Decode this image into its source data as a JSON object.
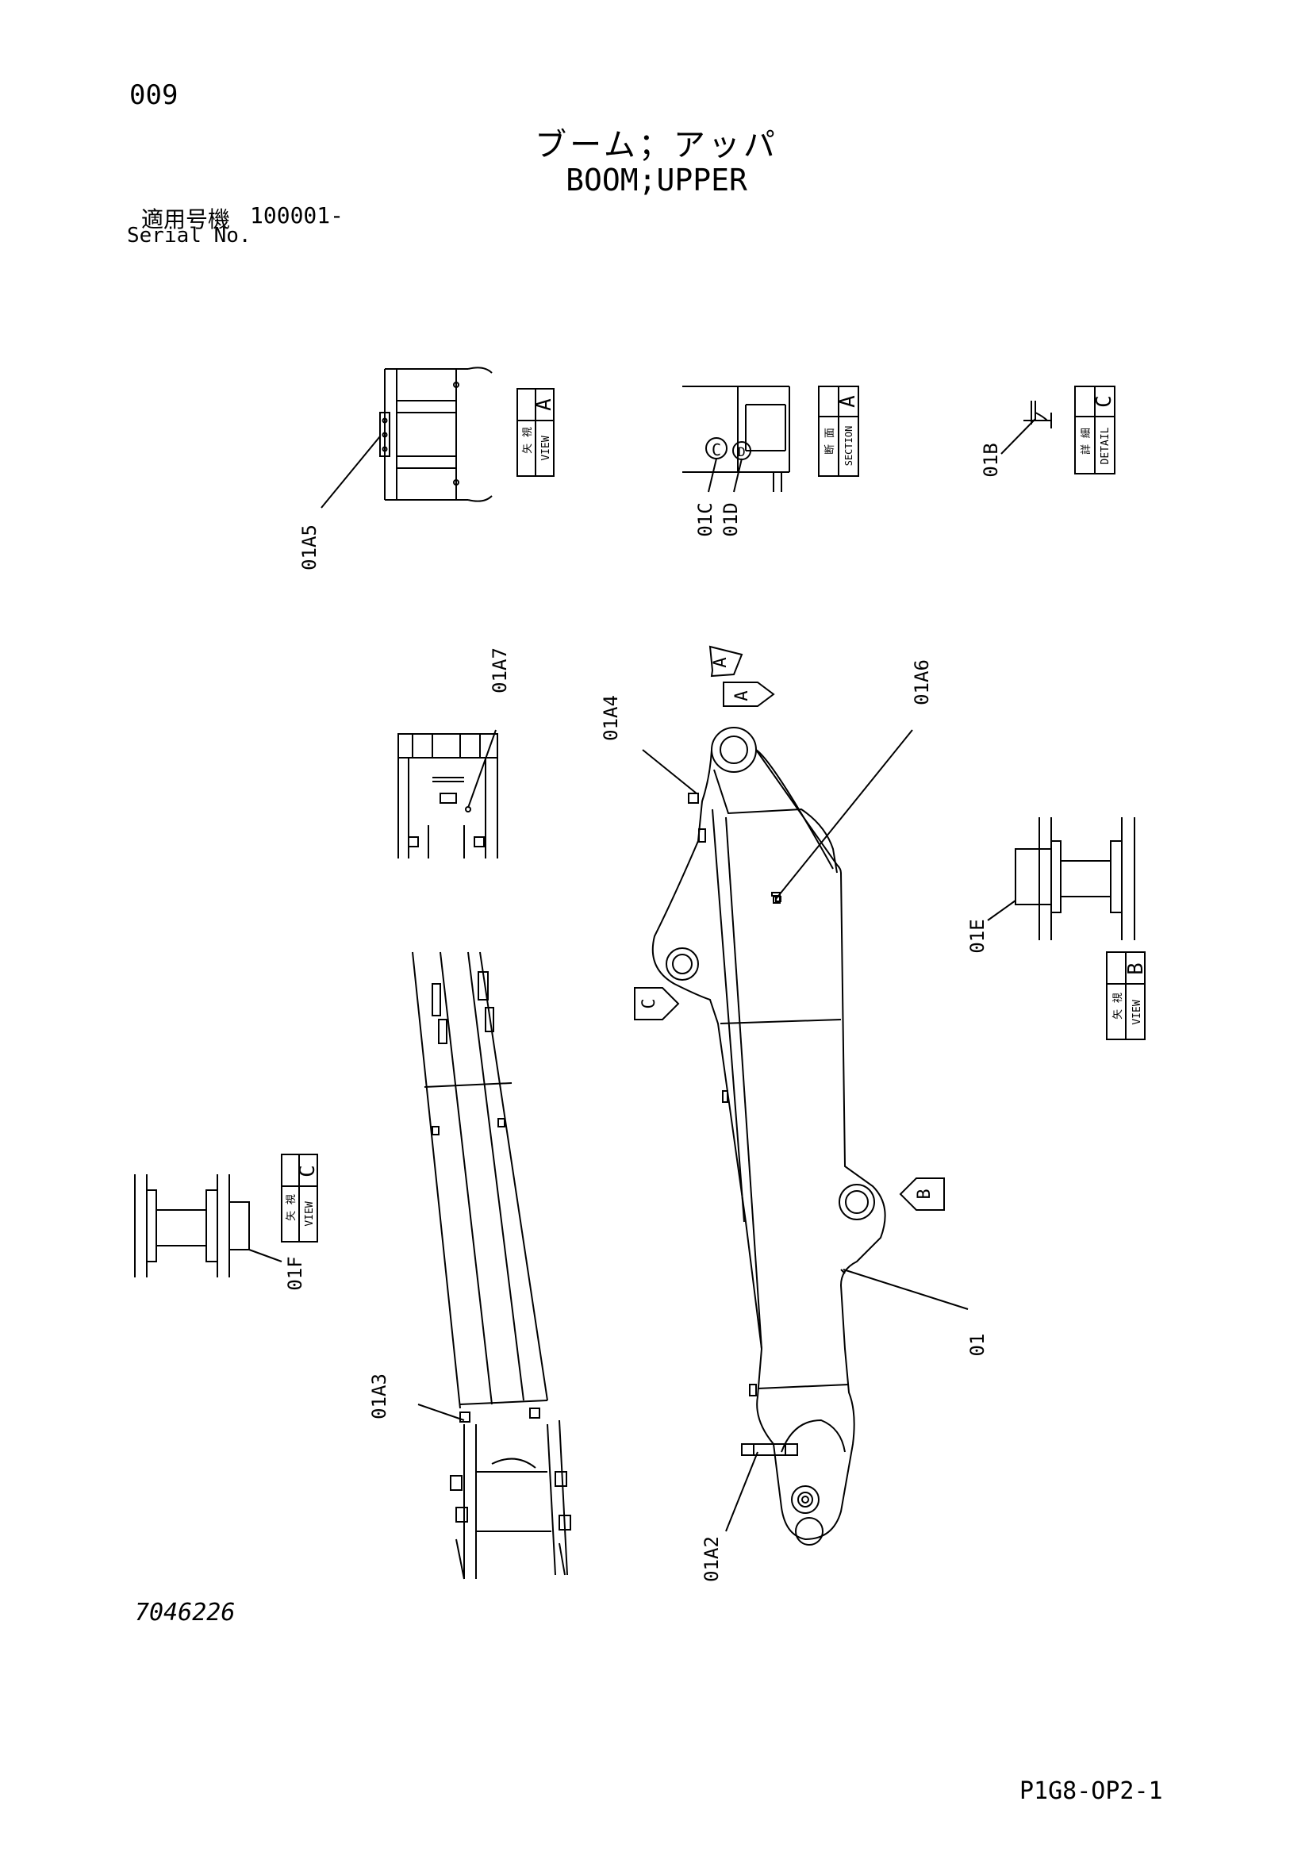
{
  "page_number": "009",
  "title_jp": "ブーム；アッパ",
  "title_en": "BOOM;UPPER",
  "serial": {
    "label_jp": "適用号機",
    "value": "100001-",
    "label_en": "Serial No."
  },
  "drawing_number": "7046226",
  "sheet_code": "P1G8-OP2-1",
  "part_callouts": {
    "p01": "01",
    "p01A2": "01A2",
    "p01A3": "01A3",
    "p01A4": "01A4",
    "p01A5": "01A5",
    "p01A6": "01A6",
    "p01A7": "01A7",
    "p01B": "01B",
    "p01C": "01C",
    "p01D": "01D",
    "p01E": "01E",
    "p01F": "01F"
  },
  "view_labels": {
    "view_a": {
      "jp": "矢 視",
      "en": "VIEW",
      "letter": "A"
    },
    "section_a": {
      "jp": "断 面",
      "en": "SECTION",
      "letter": "A"
    },
    "detail_c": {
      "jp": "詳 細",
      "en": "DETAIL",
      "letter": "C"
    },
    "view_b": {
      "jp": "矢 視",
      "en": "VIEW",
      "letter": "B"
    },
    "view_c": {
      "jp": "矢 視",
      "en": "VIEW",
      "letter": "C"
    }
  },
  "inline_marks": {
    "c_circle": "C",
    "d_circle": "D"
  },
  "arrow_markers": {
    "a1": "A",
    "a2": "A",
    "b": "B",
    "c": "C"
  },
  "line_color": "#000000"
}
